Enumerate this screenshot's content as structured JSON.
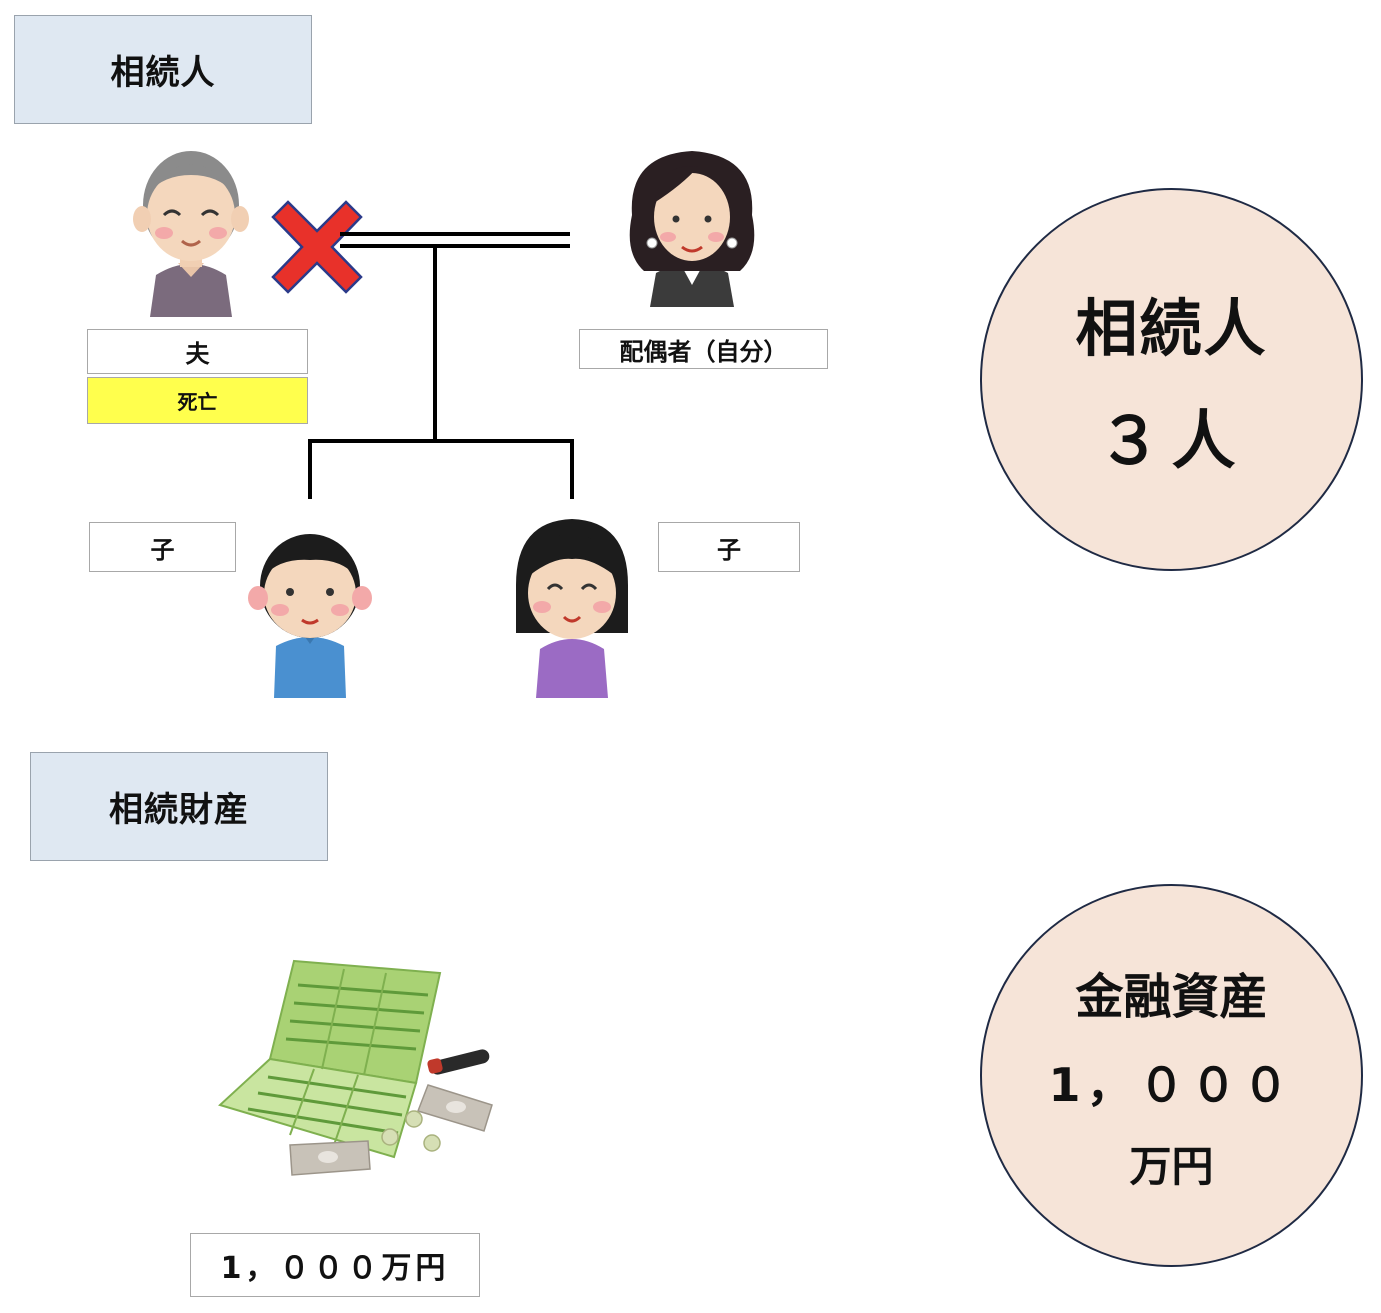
{
  "heirs_section": {
    "header": "相続人",
    "husband": {
      "label": "夫",
      "status": "死亡"
    },
    "spouse": {
      "label": "配偶者（自分）"
    },
    "child_left": {
      "label": "子"
    },
    "child_right": {
      "label": "子"
    }
  },
  "heirs_summary": {
    "line1": "相続人",
    "line2": "３人"
  },
  "assets_section": {
    "header": "相続財産",
    "amount": "1，０００万円"
  },
  "assets_summary": {
    "line1": "金融資産",
    "line2": "1，０００",
    "line3": "万円"
  },
  "colors": {
    "header_bg": "#dfe8f2",
    "dead_badge": "#ffff4d",
    "summary_circle": "#f6e4d8",
    "cross_mark": "#e8312a"
  }
}
